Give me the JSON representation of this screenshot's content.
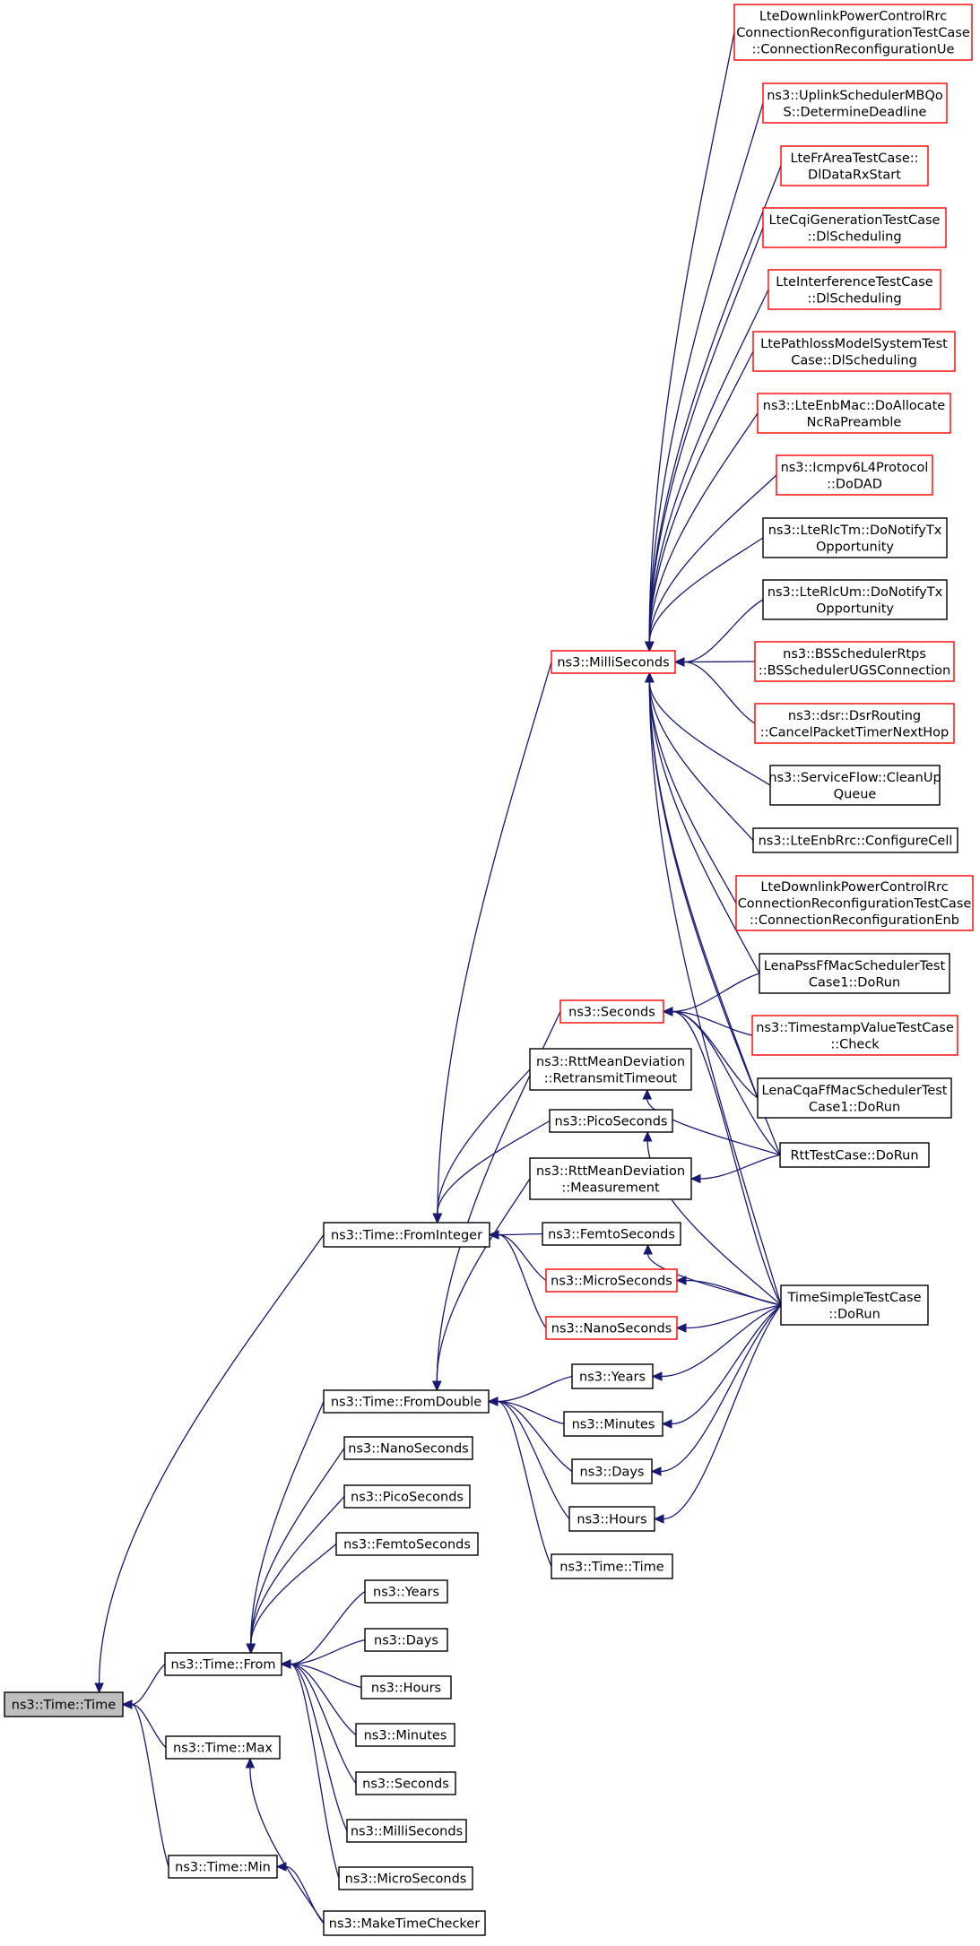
{
  "nodes": [
    {
      "id": "root",
      "lines": [
        "ns3::Time::Time"
      ],
      "style": "gray"
    },
    {
      "id": "from",
      "lines": [
        "ns3::Time::From"
      ],
      "style": "black"
    },
    {
      "id": "max",
      "lines": [
        "ns3::Time::Max"
      ],
      "style": "black"
    },
    {
      "id": "min",
      "lines": [
        "ns3::Time::Min"
      ],
      "style": "black"
    },
    {
      "id": "maketimechecker",
      "lines": [
        "ns3::MakeTimeChecker"
      ],
      "style": "black"
    },
    {
      "id": "frominteger",
      "lines": [
        "ns3::Time::FromInteger"
      ],
      "style": "black"
    },
    {
      "id": "fromdouble",
      "lines": [
        "ns3::Time::FromDouble"
      ],
      "style": "black"
    },
    {
      "id": "f_nano",
      "lines": [
        "ns3::NanoSeconds"
      ],
      "style": "black"
    },
    {
      "id": "f_pico",
      "lines": [
        "ns3::PicoSeconds"
      ],
      "style": "black"
    },
    {
      "id": "f_femto",
      "lines": [
        "ns3::FemtoSeconds"
      ],
      "style": "black"
    },
    {
      "id": "f_years",
      "lines": [
        "ns3::Years"
      ],
      "style": "black"
    },
    {
      "id": "f_days",
      "lines": [
        "ns3::Days"
      ],
      "style": "black"
    },
    {
      "id": "f_hours",
      "lines": [
        "ns3::Hours"
      ],
      "style": "black"
    },
    {
      "id": "f_minutes",
      "lines": [
        "ns3::Minutes"
      ],
      "style": "black"
    },
    {
      "id": "f_seconds",
      "lines": [
        "ns3::Seconds"
      ],
      "style": "black"
    },
    {
      "id": "f_milli",
      "lines": [
        "ns3::MilliSeconds"
      ],
      "style": "black"
    },
    {
      "id": "f_micro",
      "lines": [
        "ns3::MicroSeconds"
      ],
      "style": "black"
    },
    {
      "id": "milliseconds",
      "lines": [
        "ns3::MilliSeconds"
      ],
      "style": "red"
    },
    {
      "id": "seconds",
      "lines": [
        "ns3::Seconds"
      ],
      "style": "red"
    },
    {
      "id": "rtt_retransmit",
      "lines": [
        "ns3::RttMeanDeviation",
        "::RetransmitTimeout"
      ],
      "style": "black"
    },
    {
      "id": "picoseconds",
      "lines": [
        "ns3::PicoSeconds"
      ],
      "style": "black"
    },
    {
      "id": "rtt_measurement",
      "lines": [
        "ns3::RttMeanDeviation",
        "::Measurement"
      ],
      "style": "black"
    },
    {
      "id": "femtoseconds",
      "lines": [
        "ns3::FemtoSeconds"
      ],
      "style": "black"
    },
    {
      "id": "microseconds",
      "lines": [
        "ns3::MicroSeconds"
      ],
      "style": "red"
    },
    {
      "id": "nanoseconds",
      "lines": [
        "ns3::NanoSeconds"
      ],
      "style": "red"
    },
    {
      "id": "d_years",
      "lines": [
        "ns3::Years"
      ],
      "style": "black"
    },
    {
      "id": "d_minutes",
      "lines": [
        "ns3::Minutes"
      ],
      "style": "black"
    },
    {
      "id": "d_days",
      "lines": [
        "ns3::Days"
      ],
      "style": "black"
    },
    {
      "id": "d_hours",
      "lines": [
        "ns3::Hours"
      ],
      "style": "black"
    },
    {
      "id": "d_time",
      "lines": [
        "ns3::Time::Time"
      ],
      "style": "black"
    },
    {
      "id": "c1",
      "lines": [
        "LteDownlinkPowerControlRrc",
        "ConnectionReconfigurationTestCase",
        "::ConnectionReconfigurationUe"
      ],
      "style": "red"
    },
    {
      "id": "c2",
      "lines": [
        "ns3::UplinkSchedulerMBQo",
        "S::DetermineDeadline"
      ],
      "style": "red"
    },
    {
      "id": "c3",
      "lines": [
        "LteFrAreaTestCase::",
        "DlDataRxStart"
      ],
      "style": "red"
    },
    {
      "id": "c4",
      "lines": [
        "LteCqiGenerationTestCase",
        "::DlScheduling"
      ],
      "style": "red"
    },
    {
      "id": "c5",
      "lines": [
        "LteInterferenceTestCase",
        "::DlScheduling"
      ],
      "style": "red"
    },
    {
      "id": "c6",
      "lines": [
        "LtePathlossModelSystemTest",
        "Case::DlScheduling"
      ],
      "style": "red"
    },
    {
      "id": "c7",
      "lines": [
        "ns3::LteEnbMac::DoAllocate",
        "NcRaPreamble"
      ],
      "style": "red"
    },
    {
      "id": "c8",
      "lines": [
        "ns3::Icmpv6L4Protocol",
        "::DoDAD"
      ],
      "style": "red"
    },
    {
      "id": "c9",
      "lines": [
        "ns3::LteRlcTm::DoNotifyTx",
        "Opportunity"
      ],
      "style": "black"
    },
    {
      "id": "c10",
      "lines": [
        "ns3::LteRlcUm::DoNotifyTx",
        "Opportunity"
      ],
      "style": "black"
    },
    {
      "id": "c11",
      "lines": [
        "ns3::BSSchedulerRtps",
        "::BSSchedulerUGSConnection"
      ],
      "style": "red"
    },
    {
      "id": "c12",
      "lines": [
        "ns3::dsr::DsrRouting",
        "::CancelPacketTimerNextHop"
      ],
      "style": "red"
    },
    {
      "id": "c13",
      "lines": [
        "ns3::ServiceFlow::CleanUp",
        "Queue"
      ],
      "style": "black"
    },
    {
      "id": "c14",
      "lines": [
        "ns3::LteEnbRrc::ConfigureCell"
      ],
      "style": "black"
    },
    {
      "id": "c15",
      "lines": [
        "LteDownlinkPowerControlRrc",
        "ConnectionReconfigurationTestCase",
        "::ConnectionReconfigurationEnb"
      ],
      "style": "red"
    },
    {
      "id": "c16",
      "lines": [
        "LenaPssFfMacSchedulerTest",
        "Case1::DoRun"
      ],
      "style": "black"
    },
    {
      "id": "c17",
      "lines": [
        "ns3::TimestampValueTestCase",
        "::Check"
      ],
      "style": "red"
    },
    {
      "id": "c18",
      "lines": [
        "LenaCqaFfMacSchedulerTest",
        "Case1::DoRun"
      ],
      "style": "black"
    },
    {
      "id": "rtttest",
      "lines": [
        "RttTestCase::DoRun"
      ],
      "style": "black"
    },
    {
      "id": "timesimple",
      "lines": [
        "TimeSimpleTestCase",
        "::DoRun"
      ],
      "style": "black"
    }
  ]
}
